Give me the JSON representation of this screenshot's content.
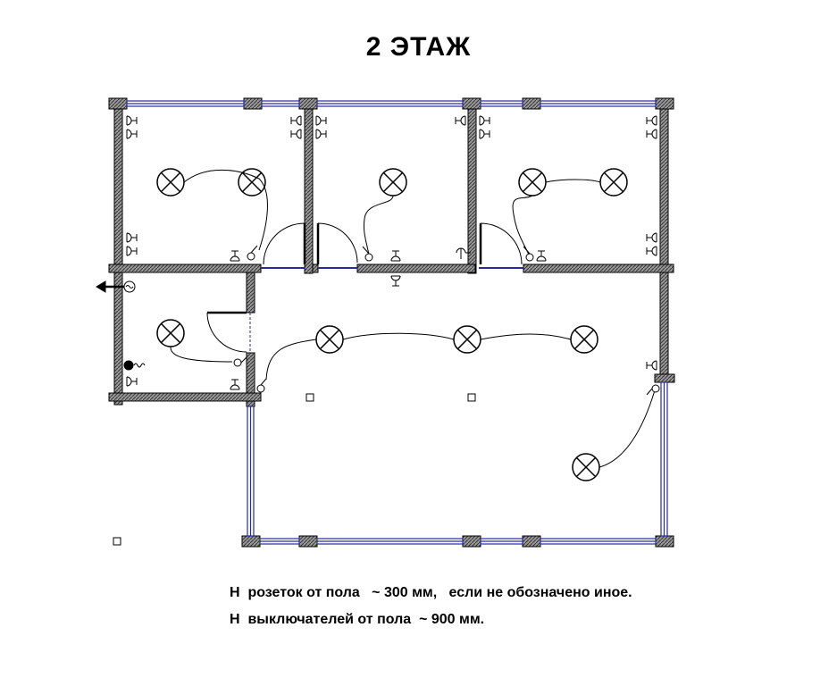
{
  "title": "2  ЭТАЖ",
  "notes": [
    "Н  розеток от пола   ~ 300 мм,   если не обозначено иное.",
    "Н  выключателей от пола  ~ 900 мм."
  ],
  "colors": {
    "wall_hatch": "#555555",
    "window_frame": "#2a2aa0",
    "line": "#000000"
  },
  "legend_symbols": [
    "ceiling-light",
    "socket-double",
    "socket-single",
    "switch",
    "door",
    "window",
    "cable-entry",
    "wall-lamp"
  ]
}
